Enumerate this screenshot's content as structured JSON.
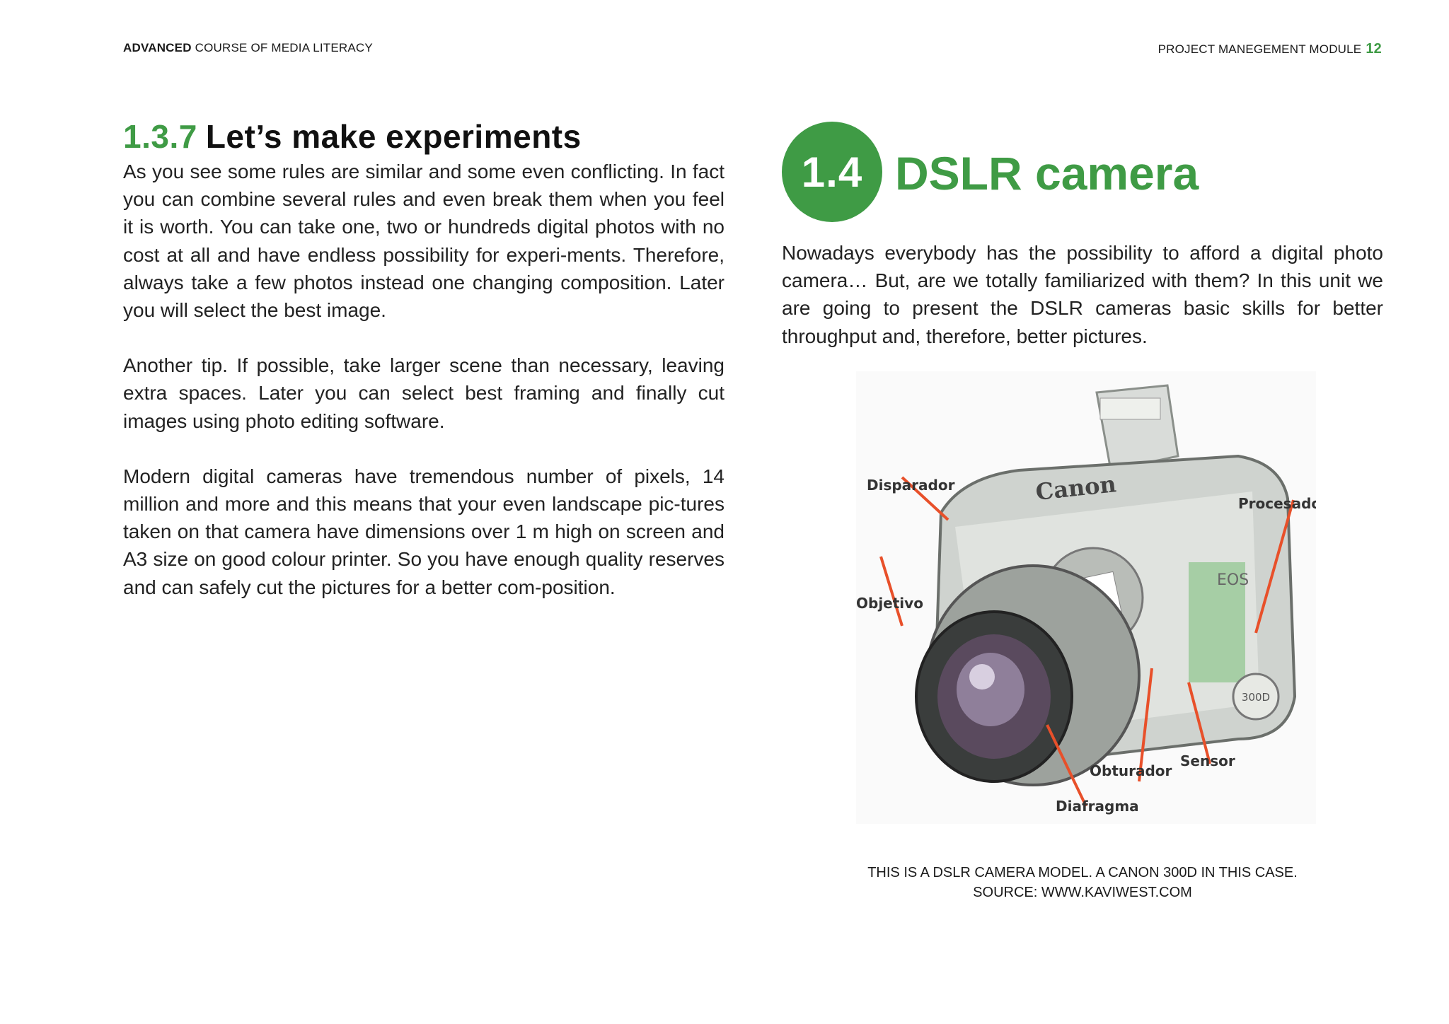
{
  "header": {
    "left_bold": "ADVANCED",
    "left_rest": " COURSE OF MEDIA LITERACY",
    "right_text": "PROJECT MANEGEMENT MODULE",
    "page_number": "12"
  },
  "left": {
    "section_number": "1.3.7",
    "section_title": "Let’s make experiments",
    "paragraphs": [
      "As you see some rules are similar and some even conflicting. In fact you can combine several rules and even break them when you feel it is worth. You can take one, two or hundreds digital photos with no cost at all and have endless possibility for experi-ments. Therefore, always take a few photos instead one changing composition. Later you will select the best image.",
      "Another tip. If possible, take larger scene than necessary, leaving extra spaces. Later you can select best framing and finally cut images using photo editing software.",
      "Modern digital cameras have tremendous number of pixels, 14 million and more and this means that your even landscape pic-tures taken on that camera have dimensions over 1 m high on screen and A3 size on good colour printer. So you have enough quality reserves and can safely cut the pictures for a better com-position."
    ]
  },
  "right": {
    "badge": "1.4",
    "section_title": "DSLR camera",
    "intro": "Nowadays everybody has the possibility to afford a digital photo camera… But, are we totally familiarized with them? In this unit we are going to present the DSLR cameras basic skills for better throughput  and, therefore, better pictures."
  },
  "figure": {
    "labels": {
      "disparador": "Disparador",
      "procesador": "Procesador",
      "objetivo": "Objetivo",
      "sensor": "Sensor",
      "obturador": "Obturador",
      "diafragma": "Diafragma"
    },
    "brand": "Canon",
    "model_mark": "EOS",
    "model_badge": "300D",
    "callout_color": "#e8502a"
  },
  "caption": {
    "line1": "THIS IS A DSLR CAMERA MODEL. A CANON 300D IN THIS CASE.",
    "line2": "SOURCE: WWW.KAVIWEST.COM"
  }
}
